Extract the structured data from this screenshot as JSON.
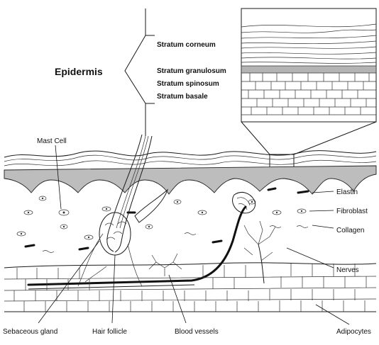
{
  "epidermis": {
    "title": "Epidermis",
    "layers": [
      "Stratum corneum",
      "Stratum granulosum",
      "Stratum spinosum",
      "Stratum basale"
    ]
  },
  "labels": {
    "mast_cell": "Mast Cell",
    "elastin": "Elastin",
    "fibroblast": "Fibroblast",
    "collagen": "Collagen",
    "nerves": "Nerves",
    "sebaceous_gland": "Sebaceous gland",
    "hair_follicle": "Hair follicle",
    "blood_vessels": "Blood vessels",
    "adipocytes": "Adipocytes"
  }
}
